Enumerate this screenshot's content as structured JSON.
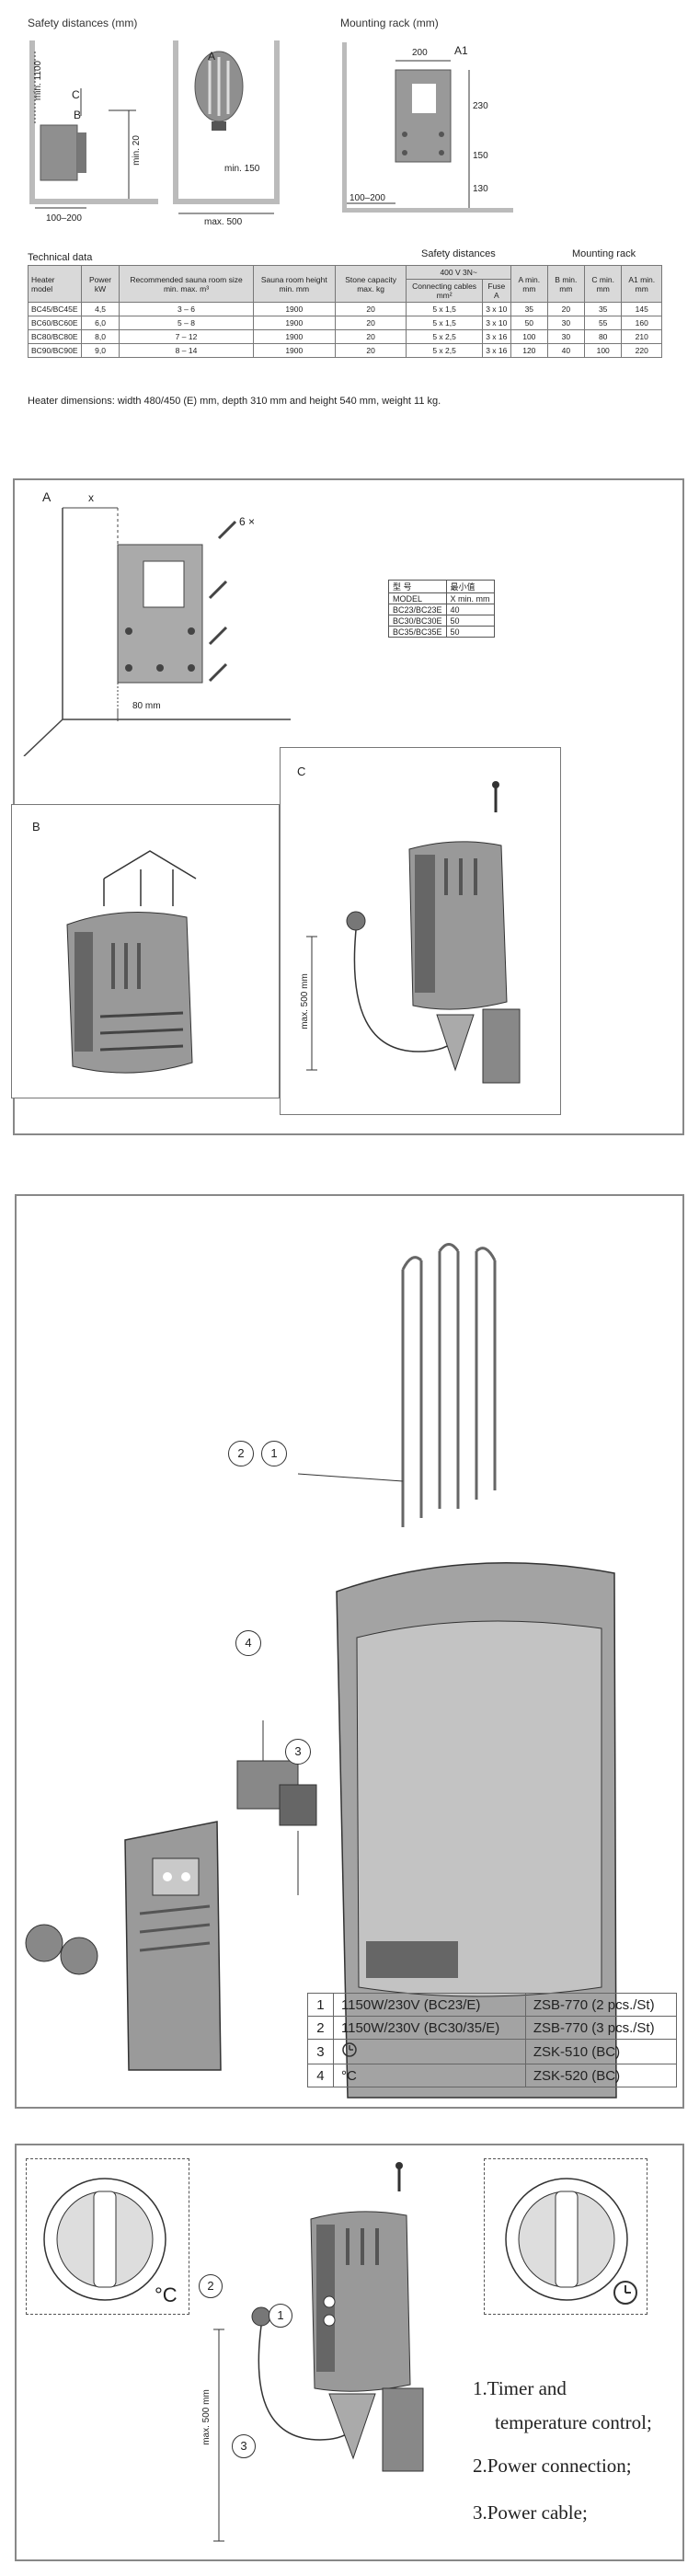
{
  "section1": {
    "safety_title": "Safety distances (mm)",
    "mount_title": "Mounting rack (mm)",
    "safety_labels": {
      "min1100": "min. 1100",
      "C": "C",
      "B": "B",
      "A": "A",
      "min20": "min. 20",
      "min150": "min. 150",
      "range": "100–200",
      "max500": "max. 500"
    },
    "mount_labels": {
      "w200": "200",
      "A1": "A1",
      "h230": "230",
      "h150": "150",
      "h130": "130",
      "range": "100–200"
    }
  },
  "tech": {
    "title": "Technical data",
    "group_safety": "Safety distances",
    "group_mount": "Mounting rack",
    "group_400v": "400 V 3N~",
    "headers": {
      "model": "Heater model",
      "power": "Power kW",
      "room": "Recommended sauna room size min. max. m³",
      "height": "Sauna room height min. mm",
      "stone": "Stone capacity max. kg",
      "cables": "Connecting cables mm²",
      "fuse": "Fuse A",
      "a": "A min. mm",
      "b": "B min. mm",
      "c": "C min. mm",
      "a1": "A1 min. mm"
    },
    "rows": [
      [
        "BC45/BC45E",
        "4,5",
        "3 – 6",
        "1900",
        "20",
        "5 x 1,5",
        "3 x 10",
        "35",
        "20",
        "35",
        "145"
      ],
      [
        "BC60/BC60E",
        "6,0",
        "5 – 8",
        "1900",
        "20",
        "5 x 1,5",
        "3 x 10",
        "50",
        "30",
        "55",
        "160"
      ],
      [
        "BC80/BC80E",
        "8,0",
        "7 – 12",
        "1900",
        "20",
        "5 x 2,5",
        "3 x 16",
        "100",
        "30",
        "80",
        "210"
      ],
      [
        "BC90/BC90E",
        "9,0",
        "8 – 14",
        "1900",
        "20",
        "5 x 2,5",
        "3 x 16",
        "120",
        "40",
        "100",
        "220"
      ]
    ],
    "footnote": "Heater dimensions: width 480/450 (E) mm, depth 310 mm and height 540 mm, weight 11 kg."
  },
  "section2": {
    "label_A": "A",
    "label_x": "x",
    "screws": "6 ×",
    "dist80": "80 mm",
    "label_B": "B",
    "label_C": "C",
    "max500": "max. 500 mm",
    "mini_table": {
      "head": [
        "型 号",
        "最小值"
      ],
      "head2": [
        "MODEL",
        "X min. mm"
      ],
      "rows": [
        [
          "BC23/BC23E",
          "40"
        ],
        [
          "BC30/BC30E",
          "50"
        ],
        [
          "BC35/BC35E",
          "50"
        ]
      ]
    }
  },
  "section3": {
    "callouts": [
      "2",
      "1",
      "4",
      "3"
    ],
    "parts": [
      [
        "1",
        "1150W/230V (BC23/E)",
        "ZSB-770 (2 pcs./St)"
      ],
      [
        "2",
        "1150W/230V (BC30/35/E)",
        "ZSB-770 (3 pcs./St)"
      ],
      [
        "3",
        "clock",
        "ZSK-510 (BC)"
      ],
      [
        "4",
        "°C",
        "ZSK-520 (BC)"
      ]
    ]
  },
  "section4": {
    "max500": "max. 500 mm",
    "callouts": [
      "1",
      "2",
      "3"
    ],
    "dial_label_C": "°C",
    "legend": [
      "1.Timer and",
      "temperature control;",
      "2.Power connection;",
      "3.Power cable;"
    ]
  },
  "colors": {
    "accent": "#555555",
    "heater": "#9a9a9a",
    "panel_border": "#888888"
  }
}
